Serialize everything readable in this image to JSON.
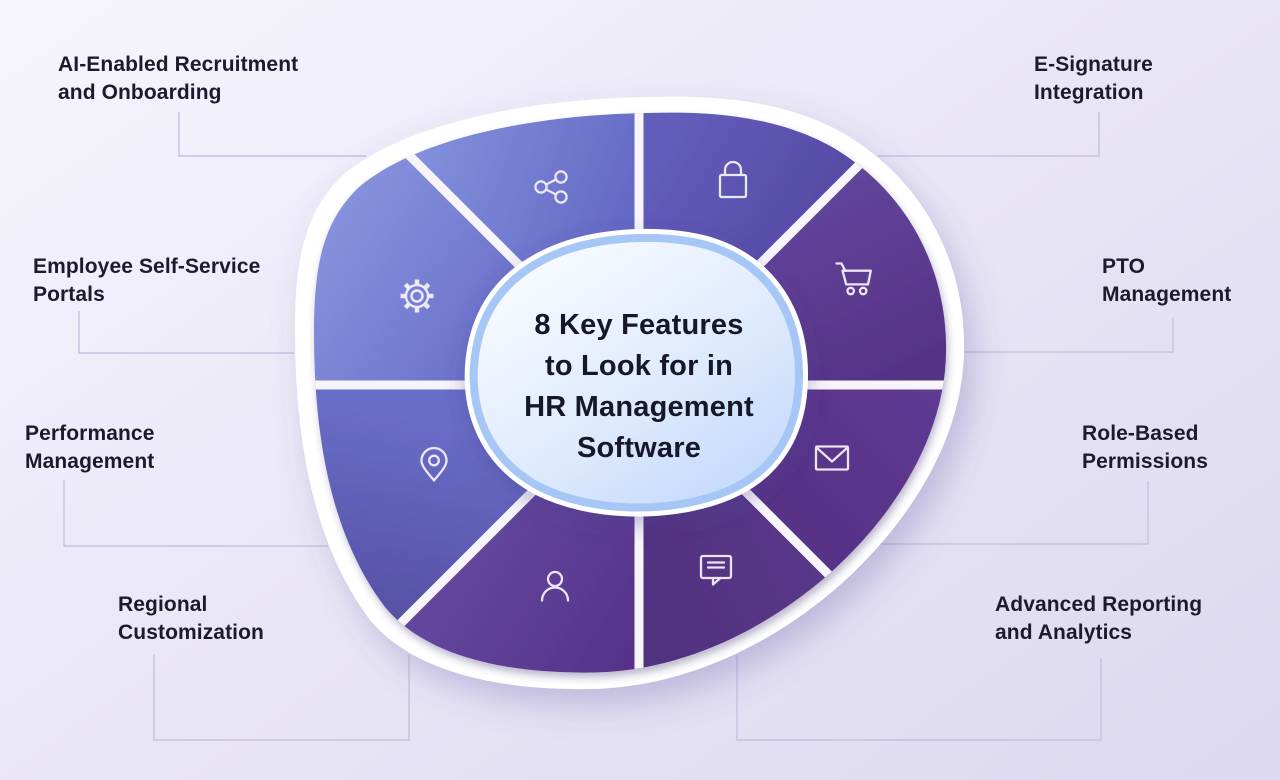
{
  "infographic": {
    "title_lines": [
      "8 Key Features",
      "to Look for in",
      "HR Management",
      "Software"
    ],
    "features": [
      {
        "name": "ai-enabled-recruitment-and-onboarding",
        "lines": [
          "AI-Enabled Recruitment",
          "and Onboarding"
        ],
        "icon": "share-network-icon",
        "position": "top-left"
      },
      {
        "name": "e-signature-integration",
        "lines": [
          "E-Signature",
          "Integration"
        ],
        "icon": "lock-icon",
        "position": "top-right"
      },
      {
        "name": "employee-self-service-portals",
        "lines": [
          "Employee Self-Service",
          "Portals"
        ],
        "icon": "gear-icon",
        "position": "left-upper"
      },
      {
        "name": "pto-management",
        "lines": [
          "PTO",
          "Management"
        ],
        "icon": "shopping-cart-icon",
        "position": "right-upper"
      },
      {
        "name": "performance-management",
        "lines": [
          "Performance",
          "Management"
        ],
        "icon": "location-pin-icon",
        "position": "left-lower"
      },
      {
        "name": "role-based-permissions",
        "lines": [
          "Role-Based",
          "Permissions"
        ],
        "icon": "envelope-icon",
        "position": "right-lower"
      },
      {
        "name": "regional-customization",
        "lines": [
          "Regional",
          "Customization"
        ],
        "icon": "person-icon",
        "position": "bottom-left"
      },
      {
        "name": "advanced-reporting-and-analytics",
        "lines": [
          "Advanced Reporting",
          "and Analytics"
        ],
        "icon": "chat-bubble-icon",
        "position": "bottom-right"
      }
    ],
    "colors": {
      "background_light": "#f6f5fc",
      "background_dark": "#dcd8f0",
      "segment_periwinkle": "#7a87d8",
      "segment_indigo": "#5c55b0",
      "segment_purple": "#5e3b93",
      "segment_deep_purple": "#55317f",
      "wheel_ring": "#ffffff",
      "hub_border": "#a6c6f6",
      "hub_fill_light": "#f8fbff",
      "hub_fill_blue": "#c3d9fb",
      "label_text": "#1c1b2e",
      "connector_line": "#c7c2e0",
      "icon_stroke": "#f3effa"
    }
  }
}
